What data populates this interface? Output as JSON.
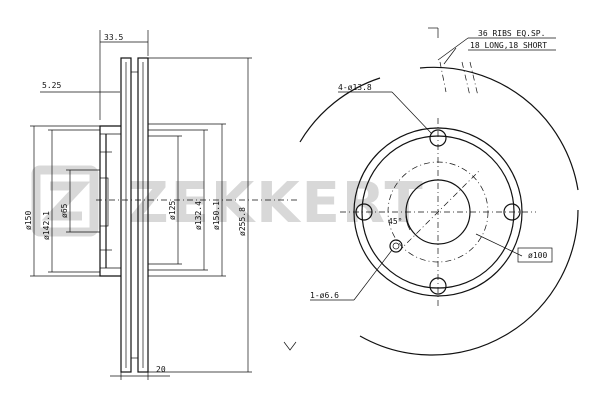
{
  "watermark": {
    "brand": "ZEKKERT"
  },
  "side_view": {
    "width_33_5": "33.5",
    "offset_5_25": "5.25",
    "dia_150": "ø150",
    "dia_142_1": "ø142.1",
    "dia_65": "ø65",
    "dia_125": "ø125",
    "dia_132_4": "ø132.4",
    "dia_150_1": "ø150.1",
    "dia_255_8": "ø255.8",
    "thickness_20": "20"
  },
  "front_view": {
    "ribs_line1": "36 RIBS EQ.SP.",
    "ribs_line2": "18 LONG,18 SHORT",
    "holes_label": "4-ø13.8",
    "pcd_label": "ø100",
    "angle_label": "45°",
    "small_hole_label": "1-ø6.6"
  }
}
